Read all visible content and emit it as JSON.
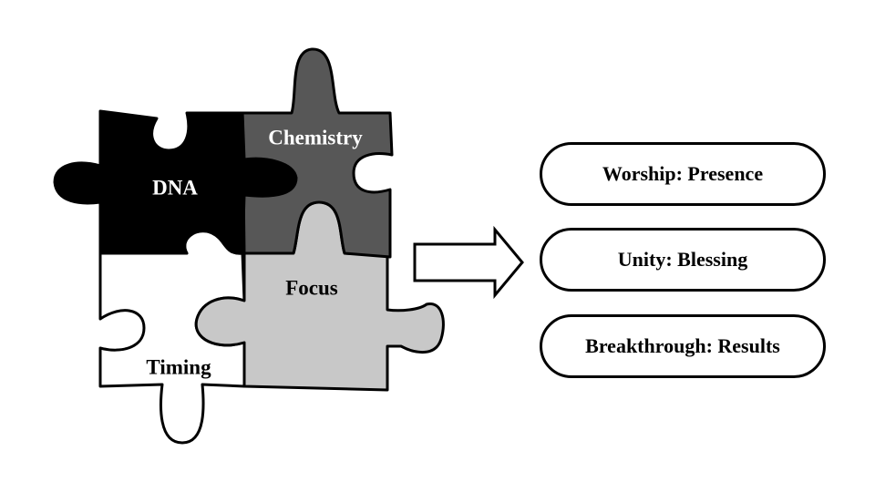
{
  "puzzle": {
    "pieces": [
      {
        "id": "dna",
        "label": "DNA",
        "fill": "#000000",
        "text_color": "#ffffff"
      },
      {
        "id": "chemistry",
        "label": "Chemistry",
        "fill": "#575757",
        "text_color": "#ffffff"
      },
      {
        "id": "timing",
        "label": "Timing",
        "fill": "#ffffff",
        "text_color": "#000000"
      },
      {
        "id": "focus",
        "label": "Focus",
        "fill": "#c8c8c8",
        "text_color": "#000000"
      }
    ]
  },
  "outcomes": [
    {
      "label": "Worship: Presence"
    },
    {
      "label": "Unity: Blessing"
    },
    {
      "label": "Breakthrough: Results"
    }
  ]
}
